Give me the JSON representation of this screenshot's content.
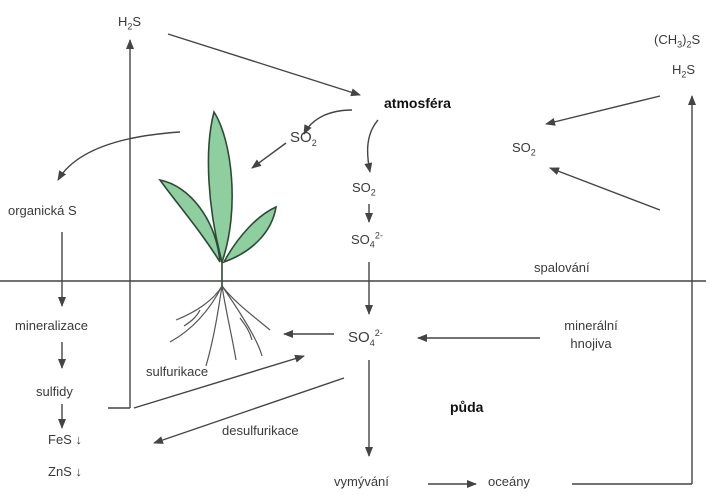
{
  "labels": {
    "h2s_left": "H2S",
    "ch3_2s": "(CH3)2S",
    "h2s_right": "H2S",
    "atmosfera": "atmosféra",
    "so2_plant": "SO2",
    "so2_right": "SO2",
    "so2_center": "SO2",
    "so4_upper": "SO42-",
    "organicka_s": "organická S",
    "spalovani": "spalování",
    "mineralizace": "mineralizace",
    "so4_soil": "SO42-",
    "mineralni": "minerální",
    "hnojiva": "hnojiva",
    "sulfurikace": "sulfurikace",
    "sulfidy": "sulfidy",
    "puda": "půda",
    "fes": "FeS ↓",
    "desulfurikace": "desulfurikace",
    "zns": "ZnS ↓",
    "vymyvani": "vymývání",
    "oceany": "oceány"
  },
  "colors": {
    "leaf_fill": "#8fcf9f",
    "leaf_stroke": "#2d4a36",
    "line": "#444444"
  }
}
